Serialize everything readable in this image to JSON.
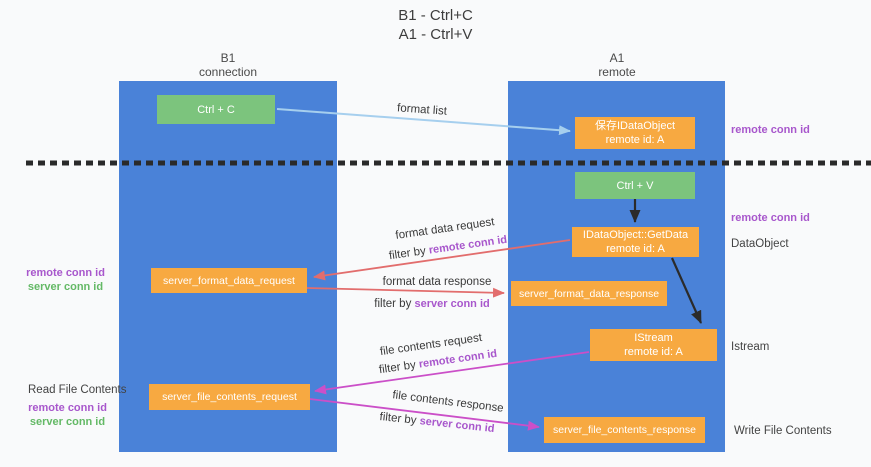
{
  "title": {
    "line1": "B1 - Ctrl+C",
    "line2": "A1 - Ctrl+V"
  },
  "columns": {
    "left": {
      "name": "B1",
      "subtitle": "connection"
    },
    "right": {
      "name": "A1",
      "subtitle": "remote"
    }
  },
  "nodes": {
    "ctrl_c": {
      "label": "Ctrl + C"
    },
    "save_dataobject": {
      "line1": "保存IDataObject",
      "line2": "remote id: A"
    },
    "ctrl_v": {
      "label": "Ctrl + V"
    },
    "getdata": {
      "line1": "IDataObject::GetData",
      "line2": "remote id: A"
    },
    "fmt_request": {
      "label": "server_format_data_request"
    },
    "fmt_response": {
      "label": "server_format_data_response"
    },
    "istream": {
      "line1": "IStream",
      "line2": "remote id: A"
    },
    "file_request": {
      "label": "server_file_contents_request"
    },
    "file_response": {
      "label": "server_file_contents_response"
    }
  },
  "edges": {
    "format_list": {
      "label": "format list"
    },
    "fmt_req": {
      "line1": "format data request",
      "prefix": "filter by ",
      "key": "remote conn id"
    },
    "fmt_resp": {
      "line1": "format data response",
      "prefix": "filter by ",
      "key": "server conn id"
    },
    "file_req": {
      "line1": "file contents request",
      "prefix": "filter by ",
      "key": "remote conn id"
    },
    "file_resp": {
      "line1": "file contents response",
      "prefix": "filter by ",
      "key": "server conn id"
    }
  },
  "side_labels": {
    "right_remote_1": "remote conn id",
    "right_remote_2": "remote conn id",
    "right_dataobject": "DataObject",
    "right_istream": "Istream",
    "right_write": "Write File Contents",
    "left_remote_1": "remote conn id",
    "left_server_1": "server conn id",
    "left_read": "Read File Contents",
    "left_remote_2": "remote conn id",
    "left_server_2": "server conn id"
  },
  "colors": {
    "column_blue": "#4a82d8",
    "box_orange": "#f7a941",
    "box_green": "#7cc47d",
    "arrow_light_blue": "#a6cfee",
    "arrow_red": "#e26d6d",
    "arrow_magenta": "#cb4fc8",
    "arrow_black": "#2b2b2b",
    "remote_conn_purple": "#a857cc",
    "server_conn_green": "#64b966",
    "dashed_line": "#2a2a2a"
  }
}
